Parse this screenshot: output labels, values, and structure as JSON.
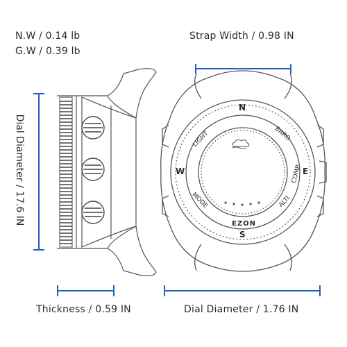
{
  "weights": {
    "net": "N.W / 0.14 lb",
    "gross": "G.W / 0.39 lb"
  },
  "dimensions": {
    "strap_width": "Strap Width / 0.98 IN",
    "dial_diameter_vertical": "Dial Diameter / 17.6 IN",
    "thickness": "Thickness / 0.59 IN",
    "dial_diameter_horizontal": "Dial Diameter / 1.76 IN"
  },
  "watch_face": {
    "north": "N",
    "south": "S",
    "east": "E",
    "west": "W",
    "light": "LIGHT",
    "baro": "BARO",
    "comp": "COMP",
    "alti": "ALTI",
    "mode": "MODE",
    "brand": "EZON"
  },
  "colors": {
    "dimension_line": "#1f5fbf",
    "outline": "#555555",
    "text": "#2b2b2b"
  }
}
